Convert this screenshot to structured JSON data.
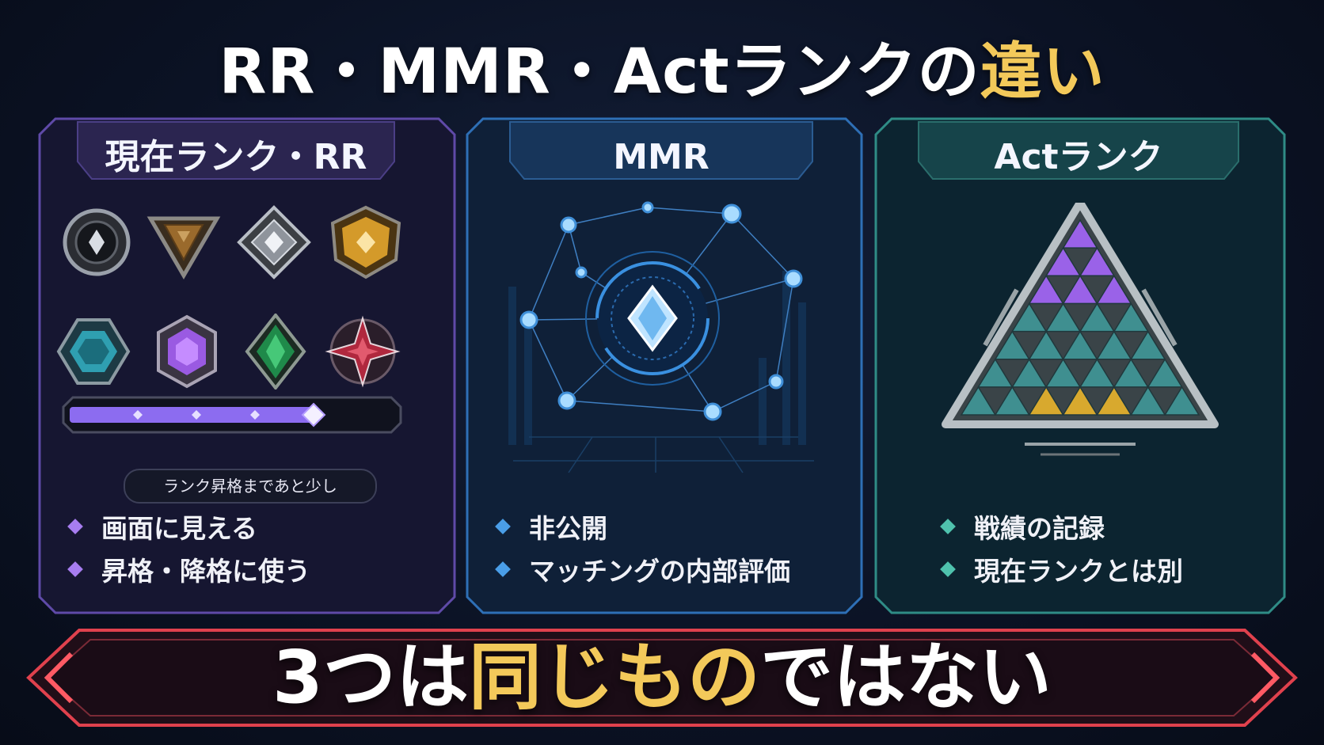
{
  "title": {
    "main": "RR・MMR・Actランクの",
    "highlight": "違い"
  },
  "panels": [
    {
      "header": "現在ランク・RR",
      "progress_caption": "ランク昇格まであと少し",
      "progress_fraction": 0.75,
      "bullets": [
        "画面に見える",
        "昇格・降格に使う"
      ],
      "bullet_color": "#a77df0",
      "accent": "#6a4fb8"
    },
    {
      "header": "MMR",
      "bullets": [
        "非公開",
        "マッチングの内部評価"
      ],
      "bullet_color": "#4a9ee8",
      "accent": "#2e6fb6"
    },
    {
      "header": "Actランク",
      "bullets": [
        "戦績の記録",
        "現在ランクとは別"
      ],
      "bullet_color": "#4fc2ad",
      "accent": "#2f8c86"
    }
  ],
  "banner": {
    "before": "3つは",
    "highlight": "同じもの",
    "after": "ではない"
  },
  "colors": {
    "highlight": "#f3c95a",
    "banner_border": "#e0414d",
    "background": "#0b1224"
  },
  "icons": {
    "rank_badges": [
      "iron-badge",
      "bronze-badge",
      "silver-badge",
      "gold-badge",
      "platinum-badge",
      "diamond-badge",
      "ascendant-badge",
      "immortal-badge"
    ],
    "mmr_visual": "network-diamond-icon",
    "act_visual": "triangle-rank-icon"
  }
}
